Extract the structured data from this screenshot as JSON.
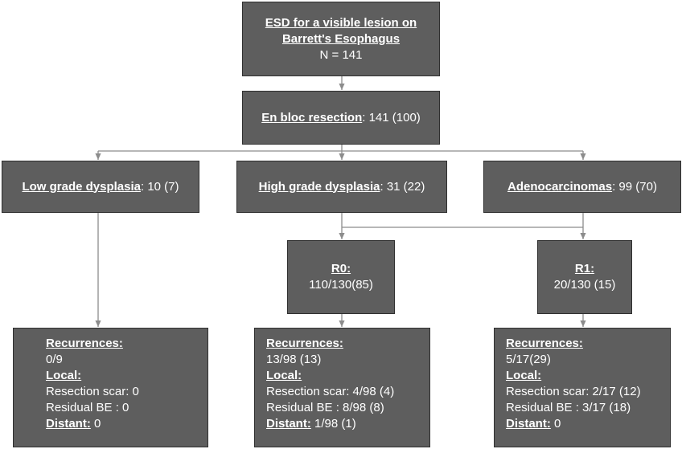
{
  "root": {
    "title_line1": "ESD for a visible lesion on",
    "title_line2": "Barrett's Esophagus",
    "n": "N = 141"
  },
  "en_bloc": {
    "label": "En bloc resection",
    "value": ": 141 (100)"
  },
  "lgd": {
    "label": "Low grade dysplasia",
    "value": ": 10 (7)"
  },
  "hgd": {
    "label": "High grade dysplasia",
    "value": ": 31 (22)"
  },
  "adeno": {
    "label": "Adenocarcinomas",
    "value": ": 99 (70)"
  },
  "r0": {
    "label": "R0:",
    "value": "110/130(85)"
  },
  "r1": {
    "label": "R1:",
    "value": "20/130 (15)"
  },
  "rec_lgd": {
    "recurrences_label": "Recurrences:",
    "recurrences_value": "0/9",
    "local_label": "Local:",
    "scar": "Resection scar: 0",
    "residual": "Residual BE : 0",
    "distant_label": "Distant:",
    "distant_value": " 0"
  },
  "rec_r0": {
    "recurrences_label": "Recurrences:",
    "recurrences_value": "13/98 (13)",
    "local_label": "Local:",
    "scar": "Resection scar: 4/98 (4)",
    "residual": "Residual BE : 8/98 (8)",
    "distant_label": "Distant:",
    "distant_value": " 1/98 (1)"
  },
  "rec_r1": {
    "recurrences_label": "Recurrences:",
    "recurrences_value": "5/17(29)",
    "local_label": "Local:",
    "scar": "Resection scar: 2/17 (12)",
    "residual": "Residual BE : 3/17 (18)",
    "distant_label": "Distant:",
    "distant_value": " 0"
  },
  "colors": {
    "box_fill": "#5e5e5e",
    "box_text": "#ffffff",
    "connector": "#8c8c8c"
  }
}
